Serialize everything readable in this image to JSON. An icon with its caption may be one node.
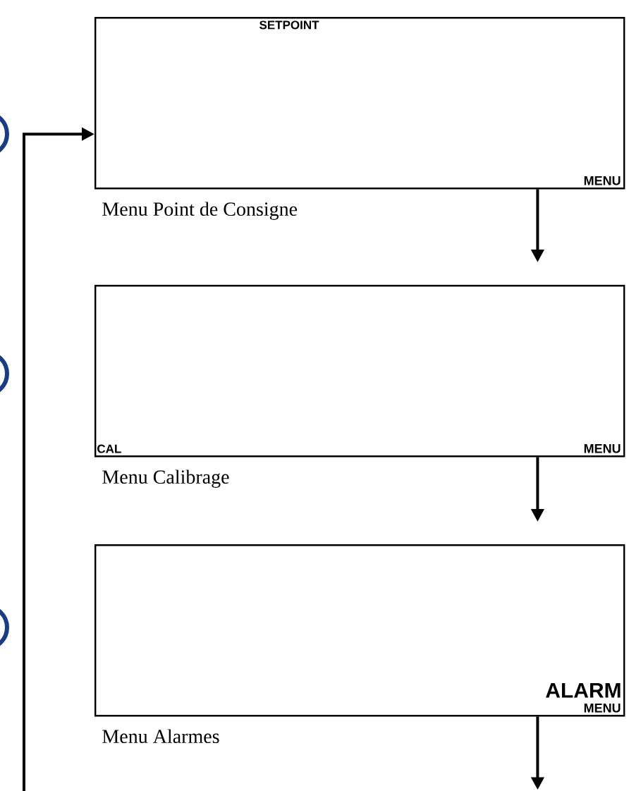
{
  "diagram": {
    "nodes": [
      {
        "text": [
          "SETPOINT",
          "MENU"
        ],
        "beside": [
          "Menu Point de Consigne"
        ]
      },
      {
        "text": [
          "CAL",
          "MENU"
        ],
        "beside": [
          "Menu Calibrage"
        ]
      },
      {
        "text": [
          "ALARM",
          "MENU"
        ],
        "beside": [
          "Menu Alarmes"
        ]
      }
    ],
    "edges": [
      {
        "from": 0,
        "to": 1,
        "arrow": "to"
      },
      {
        "from": 1,
        "to": 2,
        "arrow": "to"
      },
      {
        "from": 2,
        "to": null,
        "arrow": "to"
      },
      {
        "from": null,
        "to": 0,
        "arrow": "to"
      }
    ]
  }
}
